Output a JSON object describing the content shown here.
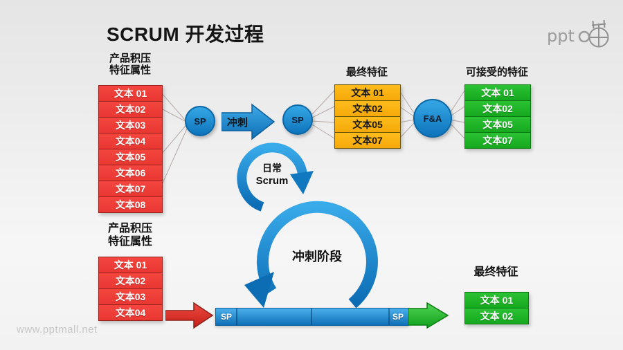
{
  "slide": {
    "title": "SCRUM 开发过程",
    "watermark": "www.pptmall.net",
    "logo_text": "ppt"
  },
  "colors": {
    "red": "#EE3B36",
    "orange": "#FDB414",
    "green": "#1FB82B",
    "blue": "#1588D1",
    "title_text": "#151515",
    "watermark_text": "#C7C7C7"
  },
  "backlog_top": {
    "header": [
      "产品积压",
      "特征属性"
    ],
    "items": [
      "文本 01",
      "文本02",
      "文本03",
      "文本04",
      "文本05",
      "文本06",
      "文本07",
      "文本08"
    ]
  },
  "sp_circle_1": "SP",
  "sprint_arrow_label": "冲刺",
  "sp_circle_2": "SP",
  "final_features_top": {
    "header": "最终特征",
    "items": [
      "文本 01",
      "文本02",
      "文本05",
      "文本07"
    ]
  },
  "fa_circle": "F&A",
  "acceptable_features": {
    "header": "可接受的特征",
    "items": [
      "文本 01",
      "文本02",
      "文本05",
      "文本07"
    ]
  },
  "daily_scrum": {
    "line1": "日常",
    "line2": "Scrum"
  },
  "sprint_phase_label": "冲刺阶段",
  "backlog_bottom": {
    "header": [
      "产品积压",
      "特征属性"
    ],
    "items": [
      "文本 01",
      "文本02",
      "文本03",
      "文本04"
    ]
  },
  "timeline": {
    "sp_left": "SP",
    "sp_right": "SP"
  },
  "final_features_bottom": {
    "header": "最终特征",
    "items": [
      "文本 01",
      "文本 02"
    ]
  }
}
